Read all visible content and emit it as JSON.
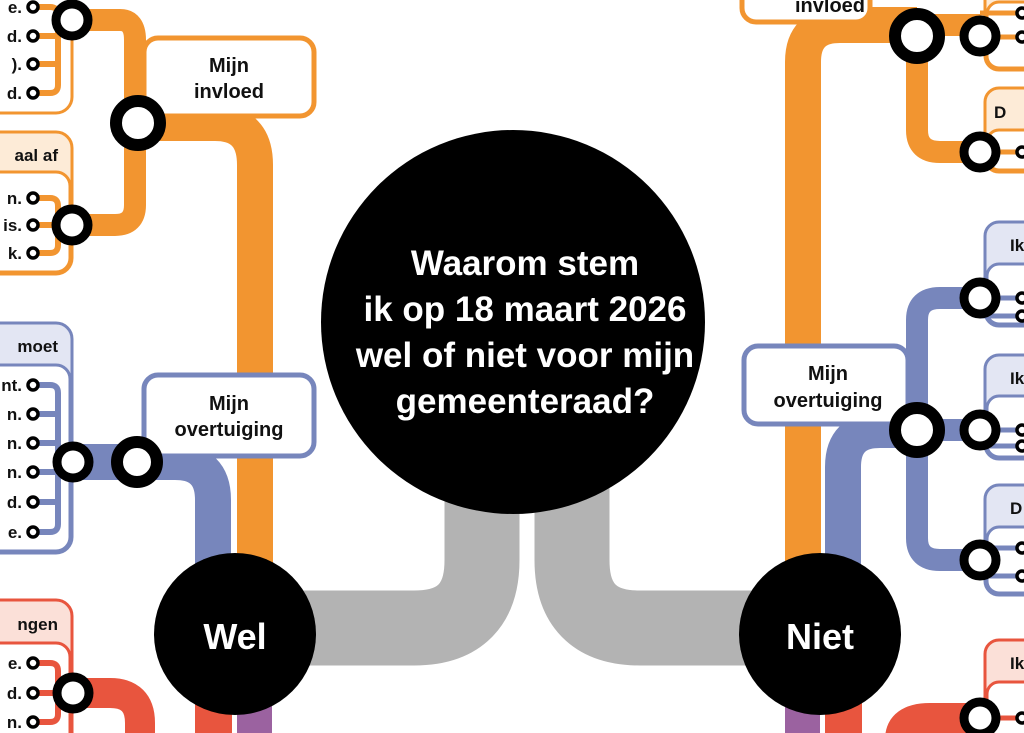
{
  "title": [
    "Waarom stem",
    "ik op 18 maart 2026",
    "wel of niet voor mijn",
    "gemeenteraad?"
  ],
  "hubs": {
    "wel": "Wel",
    "niet": "Niet"
  },
  "labels": {
    "left_invloed": [
      "Mijn",
      "invloed"
    ],
    "left_overtuiging": [
      "Mijn",
      "overtuiging"
    ],
    "right_invloed": "invloed",
    "right_overtuiging": [
      "Mijn",
      "overtuiging"
    ]
  },
  "left_boxes": [
    {
      "header": "",
      "items": [
        "e.",
        "d.",
        ").",
        "d."
      ]
    },
    {
      "header": "aal af",
      "items": [
        "n.",
        "is.",
        "k."
      ]
    },
    {
      "header": "moet",
      "items": [
        "nt.",
        "n.",
        "n.",
        "n.",
        "d.",
        "e."
      ]
    },
    {
      "header": "ngen",
      "items": [
        "e.",
        "d.",
        "n."
      ]
    }
  ],
  "right_boxes": [
    {
      "header": "D"
    },
    {
      "header": "Ik"
    },
    {
      "header": "Ik"
    },
    {
      "header": "D"
    },
    {
      "header": "Ik"
    }
  ],
  "colors": {
    "orange": "#F29530",
    "blue": "#7786BC",
    "red": "#E8553E",
    "purple": "#9B62A0",
    "grey": "#B3B3B3"
  }
}
